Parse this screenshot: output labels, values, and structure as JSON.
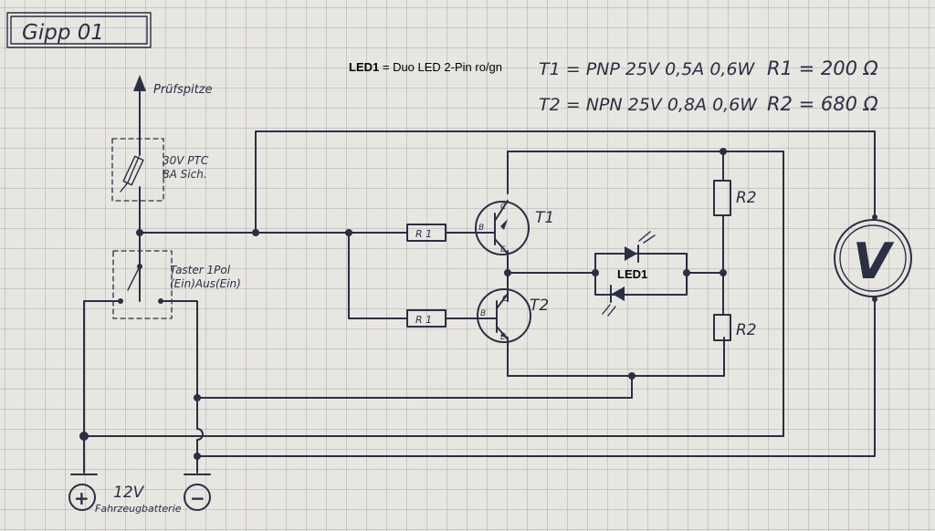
{
  "title": "Gipp 01",
  "legend": {
    "led_bold": "LED1",
    "led_rest": "= Duo LED 2-Pin ro/gn",
    "t1": "T1 = PNP 25V 0,5A 0,6W",
    "t2": "T2 = NPN 25V 0,8A 0,6W",
    "r1": "R1 = 200 Ω",
    "r2": "R2 = 680 Ω"
  },
  "labels": {
    "probe": "Prüfspitze",
    "ptc_line1": "30V PTC",
    "ptc_line2": "8A Sich.",
    "switch_line1": "Taster 1Pol",
    "switch_line2": "(Ein)Aus(Ein)",
    "t1": "T1",
    "t2": "T2",
    "r1_top": "R 1",
    "r1_bottom": "R 1",
    "r2_top": "R2",
    "r2_bottom": "R2",
    "led1": "LED1",
    "b1": "B",
    "c1": "C",
    "e1": "E",
    "b2": "B",
    "c2": "C",
    "e2": "E",
    "battery_voltage": "12V",
    "battery_name": "Fahrzeugbatterie",
    "plus": "+",
    "minus": "−",
    "voltmeter": "V"
  }
}
